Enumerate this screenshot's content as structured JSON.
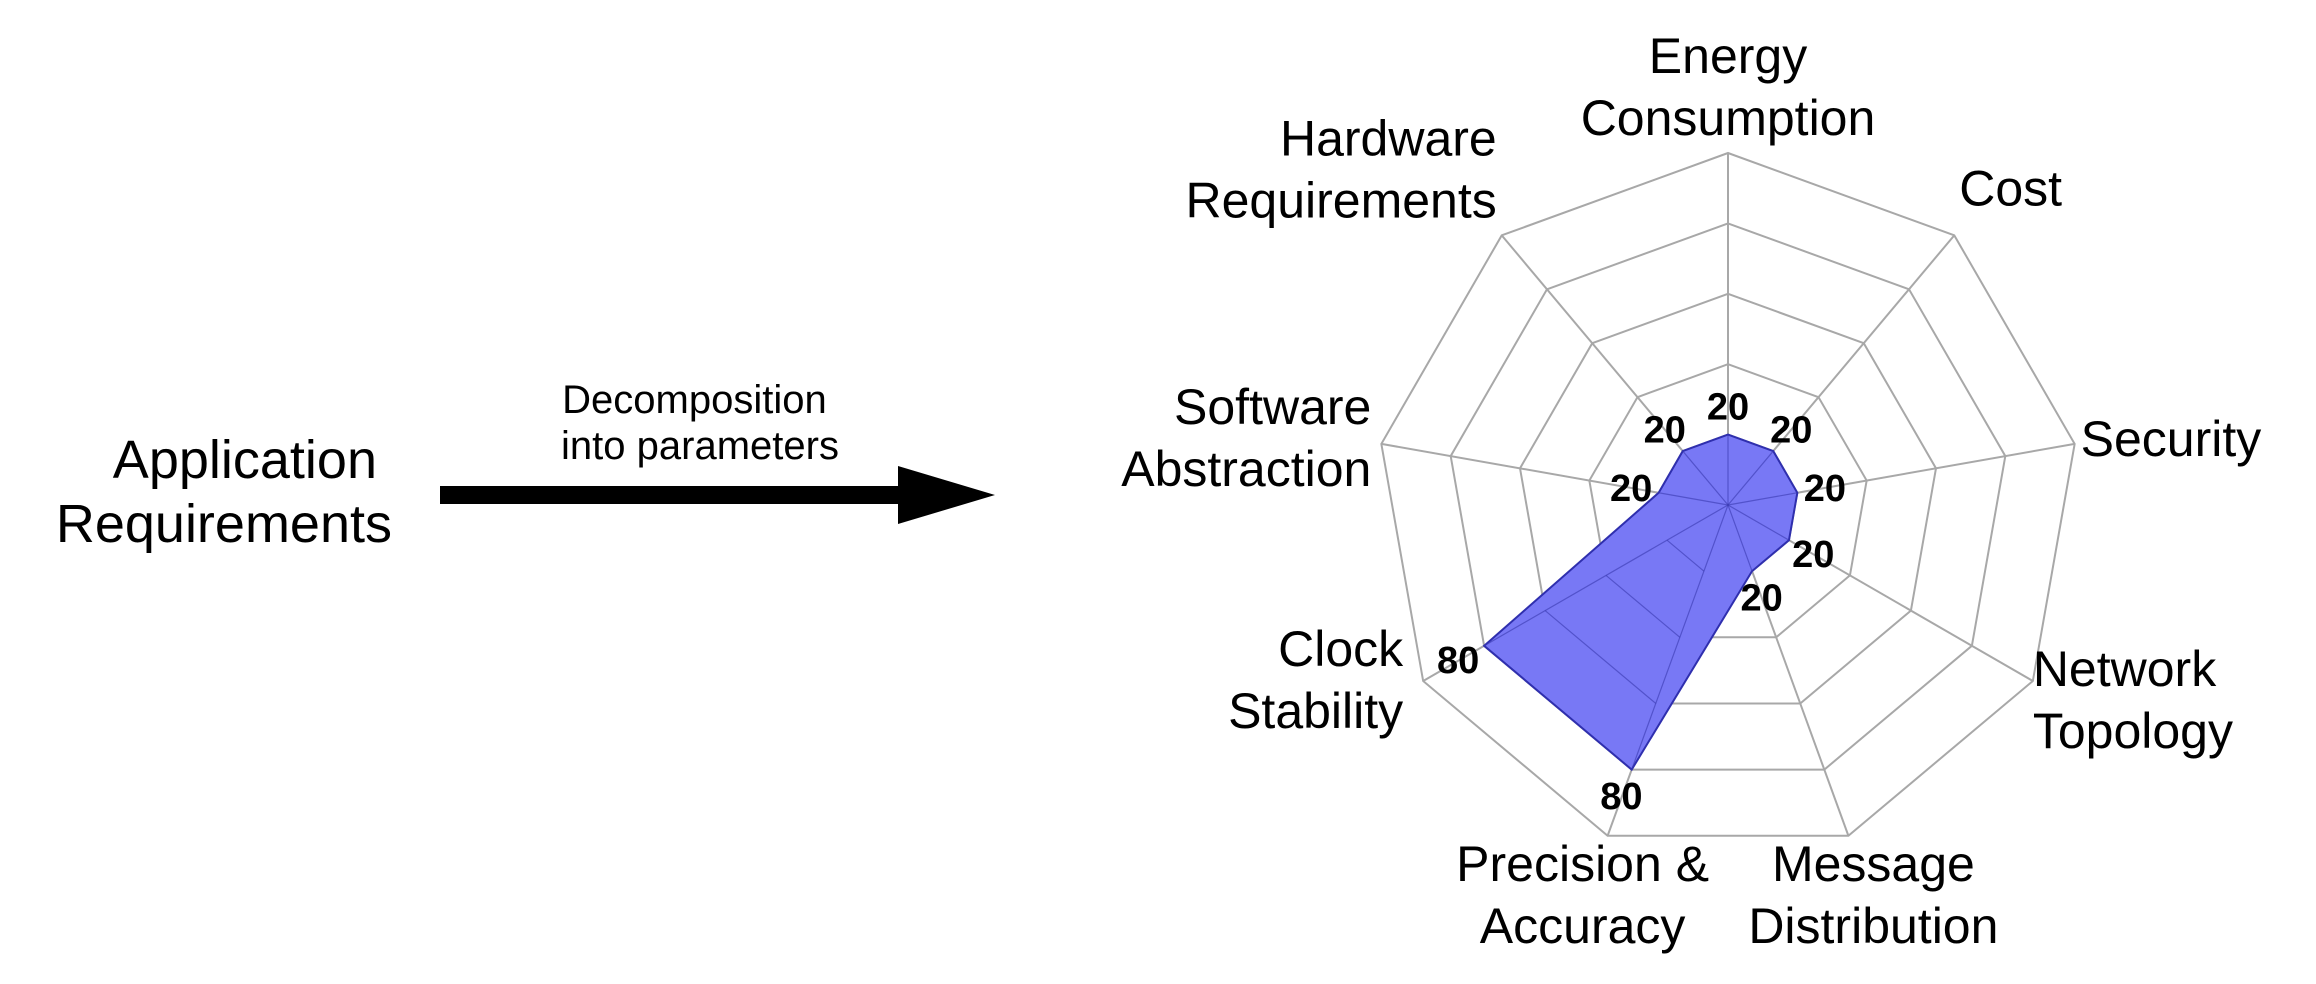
{
  "left_label": [
    "Application",
    "Requirements"
  ],
  "arrow_label": [
    "Decomposition",
    "into parameters"
  ],
  "chart_data": {
    "type": "radar",
    "axes": [
      {
        "label": [
          "Energy",
          "Consumption"
        ]
      },
      {
        "label": [
          "Cost"
        ]
      },
      {
        "label": [
          "Security"
        ]
      },
      {
        "label": [
          "Network",
          "Topology"
        ]
      },
      {
        "label": [
          "Message",
          "Distribution"
        ]
      },
      {
        "label": [
          "Precision &",
          "Accuracy"
        ]
      },
      {
        "label": [
          "Clock",
          "Stability"
        ]
      },
      {
        "label": [
          "Software",
          "Abstraction"
        ]
      },
      {
        "label": [
          "Hardware",
          "Requirements"
        ]
      }
    ],
    "range": [
      0,
      100
    ],
    "rings": 5,
    "values": [
      20,
      20,
      20,
      20,
      20,
      80,
      80,
      20,
      20
    ],
    "value_labels": [
      "20",
      "20",
      "20",
      "20",
      "20",
      "80",
      "80",
      "20",
      "20"
    ],
    "fill_color": "#7878f5",
    "stroke_color": "#2f2fae",
    "grid_color": "#a8a8a8"
  }
}
